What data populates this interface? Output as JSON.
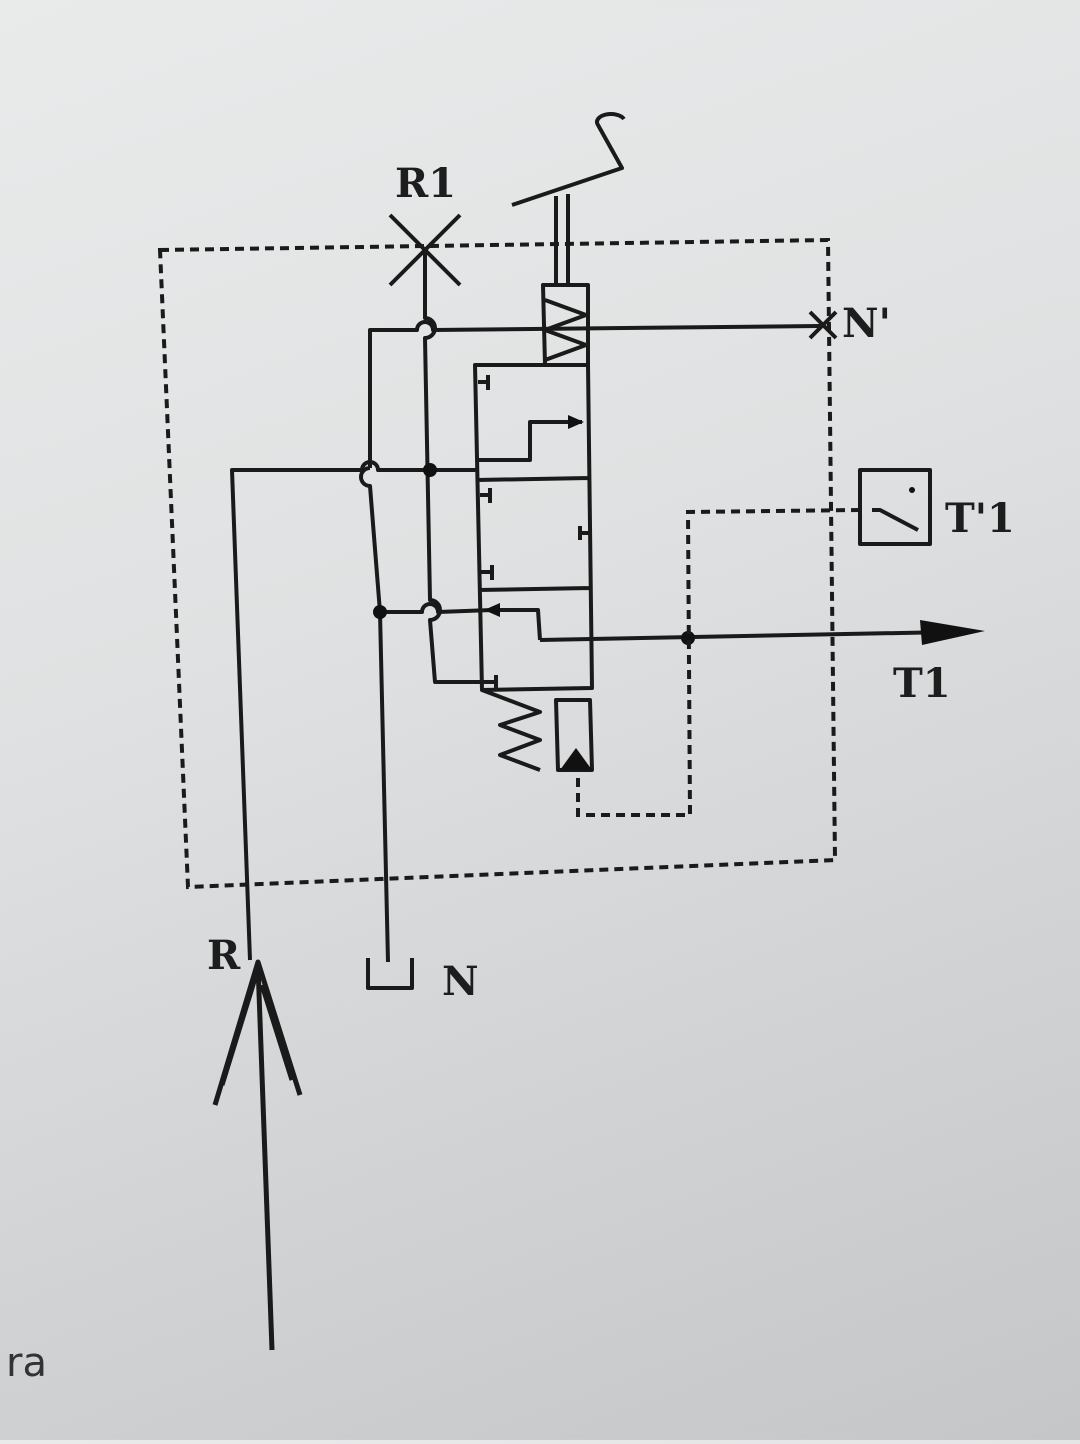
{
  "diagram": {
    "labels": {
      "r1": "R1",
      "n_prime": "N'",
      "t_prime_1": "T'1",
      "t1": "T1",
      "r": "R",
      "n": "N"
    },
    "margin_text": "ra"
  }
}
